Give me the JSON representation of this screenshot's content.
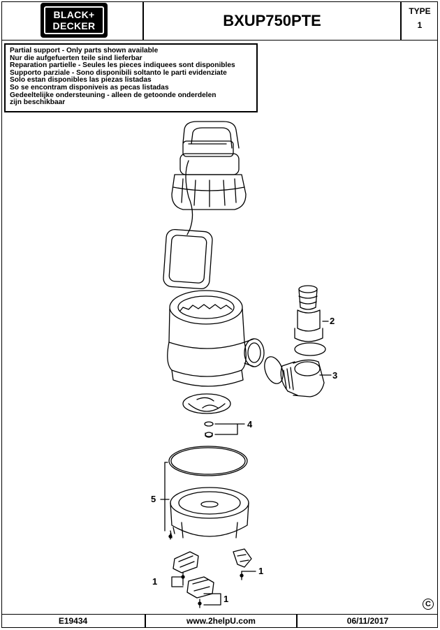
{
  "header": {
    "brand_line1": "BLACK+",
    "brand_line2": "DECKER",
    "model": "BXUP750PTE",
    "type_label": "TYPE",
    "type_value": "1"
  },
  "notice": {
    "lines": [
      "Partial support - Only parts shown available",
      "Nur die aufgefuerten teile sind lieferbar",
      "Reparation partielle - Seules les pieces indiquees sont disponibles",
      "Supporto parziale - Sono disponibili soltanto le parti evidenziate",
      "Solo estan disponibles las piezas listadas",
      "So se encontram disponiveis as pecas listadas",
      "Gedeeltelijke ondersteuning - alleen de getoonde onderdelen",
      "zijn beschikbaar"
    ]
  },
  "callouts": {
    "c2": "2",
    "c3": "3",
    "c4": "4",
    "c5": "5",
    "c1a": "1",
    "c1b": "1",
    "c1c": "1"
  },
  "footer": {
    "code": "E19434",
    "website": "www.2helpU.com",
    "date": "06/11/2017",
    "copyright": "C"
  }
}
